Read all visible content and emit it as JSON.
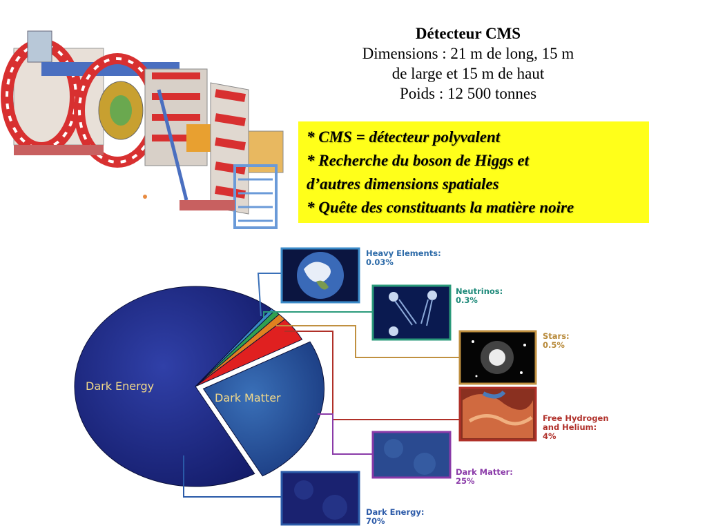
{
  "cms_info": {
    "title": "Détecteur CMS",
    "line1": "Dimensions : 21 m de long, 15 m",
    "line2": "de large et 15 m de haut",
    "line3": "Poids : 12 500 tonnes"
  },
  "highlights": [
    "* CMS = détecteur polyvalent",
    "* Recherche du boson de Higgs et",
    "d’autres dimensions spatiales",
    "* Quête des constituants la matière noire"
  ],
  "colors": {
    "highlight_bg": "#ffff1a",
    "pie_blue": "#1b2a8a",
    "label_blue": "#2c5aa8",
    "label_teal": "#1e8a8a",
    "label_tan": "#b88a3a",
    "label_red": "#b0302a"
  },
  "chart_data": {
    "type": "pie",
    "slices": [
      {
        "name": "Dark Energy",
        "value": 70
      },
      {
        "name": "Dark Matter",
        "value": 25
      },
      {
        "name": "Free Hydrogen and Helium",
        "value": 4
      },
      {
        "name": "Stars",
        "value": 0.5
      },
      {
        "name": "Neutrinos",
        "value": 0.3
      },
      {
        "name": "Heavy Elements",
        "value": 0.03
      }
    ],
    "pie_labels": {
      "dark_energy": "Dark Energy",
      "dark_matter": "Dark Matter"
    },
    "legend": [
      {
        "name": "Heavy Elements:",
        "value": "0.03%"
      },
      {
        "name": "Neutrinos:",
        "value": "0.3%"
      },
      {
        "name": "Stars:",
        "value": "0.5%"
      },
      {
        "name": "Free Hydrogen",
        "name2": "and Helium:",
        "value": "4%"
      },
      {
        "name": "Dark Matter:",
        "value": "25%"
      },
      {
        "name": "Dark Energy:",
        "value": "70%"
      }
    ]
  }
}
